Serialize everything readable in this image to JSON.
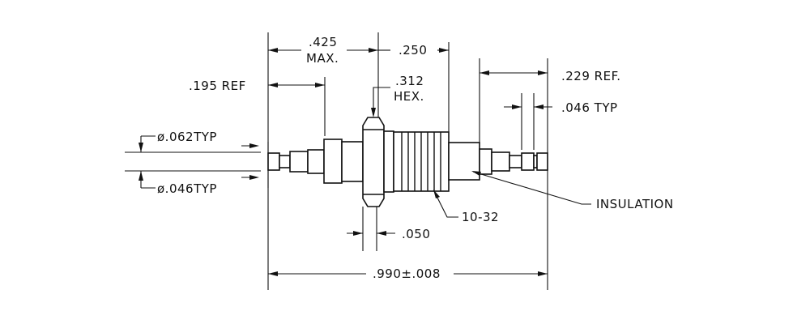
{
  "dimensions": {
    "max_len": ".425",
    "max_len_unit": "MAX.",
    "thread_len": ".250",
    "ref_left": ".195 REF",
    "hex_size": ".312",
    "hex_unit": "HEX.",
    "ref_right": ".229 REF.",
    "pin_typ": ".046 TYP",
    "dia_062": "ø.062TYP",
    "dia_046": "ø.046TYP",
    "flange": ".050",
    "thread_spec": "10-32",
    "insulation": "INSULATION",
    "overall": ".990±.008"
  }
}
